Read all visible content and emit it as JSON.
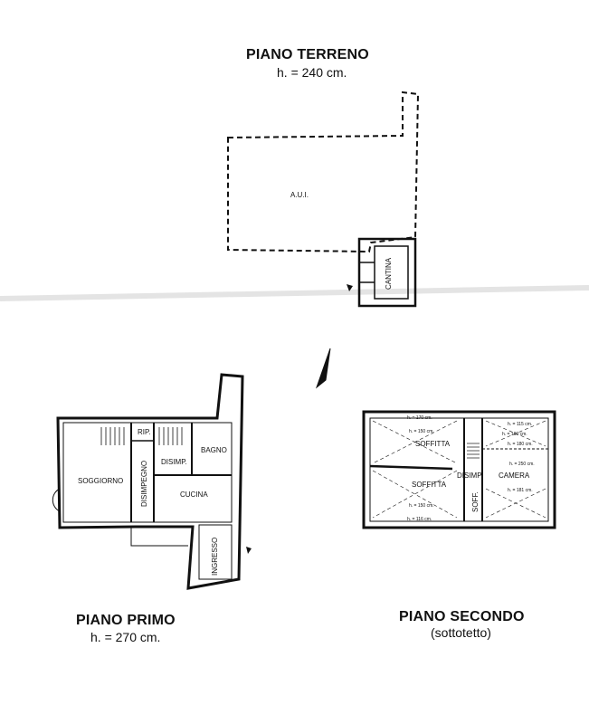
{
  "ground_floor": {
    "title": "PIANO TERRENO",
    "height": "h. = 240 cm.",
    "rooms": {
      "aui": "A.U.I.",
      "cellar": "CANTINA"
    }
  },
  "first_floor": {
    "title": "PIANO PRIMO",
    "height": "h. = 270 cm.",
    "rooms": {
      "living": "SOGGIORNO",
      "storage": "RIP.",
      "hall": "DISIMPEGNO",
      "hall_short": "DISIMP.",
      "bath": "BAGNO",
      "kitchen": "CUCINA",
      "entrance": "INGRESSO"
    }
  },
  "second_floor": {
    "title": "PIANO SECONDO",
    "subtitle": "(sottotetto)",
    "rooms": {
      "attic1": "SOFFITTA",
      "attic2": "SOFFITTA",
      "hall": "DISIMP.",
      "bedroom": "CAMERA",
      "attic_small": "SOFF."
    },
    "dimensions": [
      "h. = 170 cm.",
      "h. = 150 cm.",
      "h. = 150 cm.",
      "h. = 116 cm.",
      "h. = 115 cm.",
      "h. = 160 cm.",
      "h. = 180 cm.",
      "h. = 250 cm.",
      "h. = 181 cm."
    ]
  }
}
